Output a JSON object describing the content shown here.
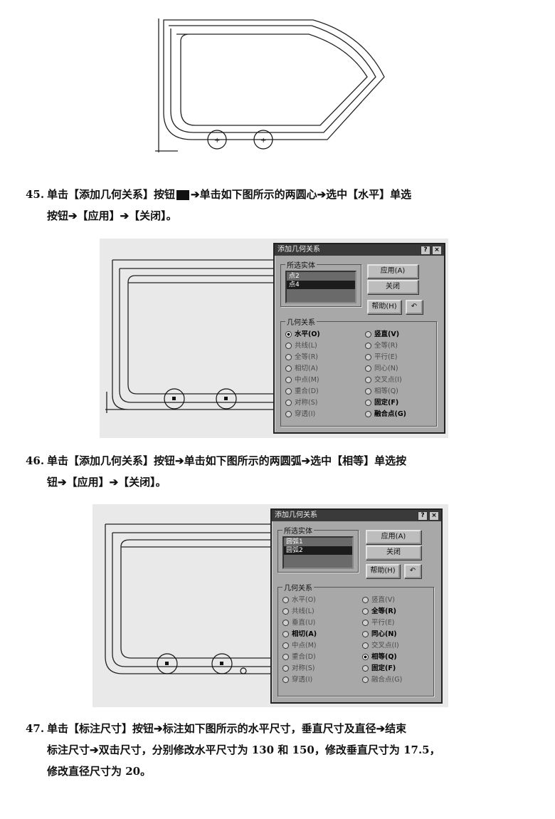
{
  "steps": [
    {
      "number": "45.",
      "lines": [
        "单击【添加几何关系】按钮",
        "➔单击如下图所示的两圆心➔选中【水平】单选",
        "按钮➔【应用】➔【关闭】。"
      ]
    },
    {
      "number": "46.",
      "lines": [
        "单击【添加几何关系】按钮➔单击如下图所示的两圆弧➔选中【相等】单选按",
        "钮➔【应用】➔【关闭】。"
      ]
    },
    {
      "number": "47.",
      "lines": [
        "单击【标注尺寸】按钮➔标注如下图所示的水平尺寸，垂直尺寸及直径➔结束",
        "标注尺寸➔双击尺寸，分别修改水平尺寸为 130 和 150，修改垂直尺寸为 17.5，",
        "修改直径尺寸为 20。"
      ]
    }
  ],
  "dialog1": {
    "title": "添加几何关系",
    "help_btn": "?",
    "close_x": "×",
    "selected_group": "所选实体",
    "selected_items": [
      "点2",
      "点4"
    ],
    "apply": "应用(A)",
    "close": "关闭",
    "help": "帮助(H)",
    "undo": "↶",
    "relations_group": "几何关系",
    "relations_left": [
      "水平(O)",
      "共线(L)",
      "全等(R)",
      "相切(A)",
      "中点(M)",
      "重合(D)",
      "对称(S)",
      "穿透(I)"
    ],
    "relations_right": [
      "竖直(V)",
      "全等(R)",
      "平行(E)",
      "同心(N)",
      "交叉点(I)",
      "相等(Q)",
      "固定(F)",
      "融合点(G)"
    ],
    "checked": "水平(O)"
  },
  "dialog2": {
    "title": "添加几何关系",
    "help_btn": "?",
    "close_x": "×",
    "selected_group": "所选实体",
    "selected_items": [
      "圆弧1",
      "圆弧2"
    ],
    "apply": "应用(A)",
    "close": "关闭",
    "help": "帮助(H)",
    "undo": "↶",
    "relations_group": "几何关系",
    "relations_left": [
      "水平(O)",
      "共线(L)",
      "垂直(U)",
      "相切(A)",
      "中点(M)",
      "重合(D)",
      "对称(S)",
      "穿透(I)"
    ],
    "relations_right": [
      "竖直(V)",
      "全等(R)",
      "平行(E)",
      "同心(N)",
      "交叉点(I)",
      "相等(Q)",
      "固定(F)",
      "融合点(G)"
    ],
    "checked": "相等(Q)"
  }
}
